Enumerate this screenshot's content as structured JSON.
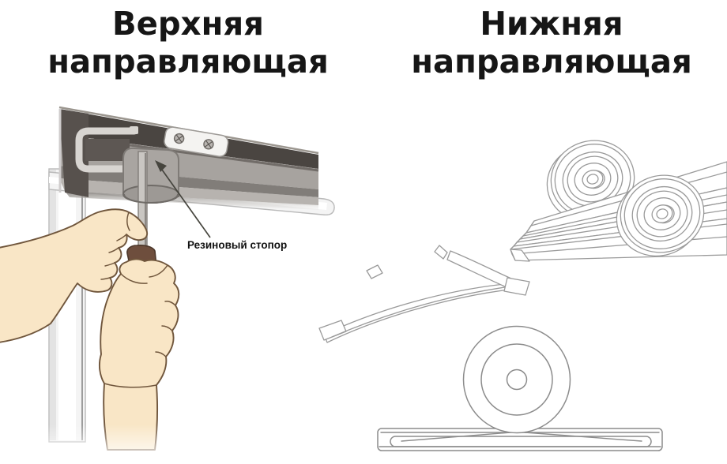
{
  "sections": {
    "top_guide": {
      "title_line1": "Верхняя",
      "title_line2": "направляющая",
      "callout_label": "Резиновый стопор"
    },
    "bottom_guide": {
      "title_line1": "Нижняя",
      "title_line2": "направляющая"
    }
  },
  "colors": {
    "title_color": "#161616",
    "label_color": "#111111",
    "rail_dark": "#4a4541",
    "rail_channel": "#a7a39f",
    "rail_lip": "#817d79",
    "rail_base": "#b7b3af",
    "rail_endcap": "#57514d",
    "clip_light": "#d8d5d1",
    "frame_fill": "#f4f4f4",
    "frame_edge": "#b9b9b9",
    "skin": "#f9e6c6",
    "skin_outline": "#70563c",
    "stopper_brown": "#6e4e3d",
    "rod_gray": "#c9c6c2",
    "lineart_gray": "#9a9a9a",
    "lineart_dark": "#8c8c8c",
    "arrow_color": "#46453e"
  }
}
